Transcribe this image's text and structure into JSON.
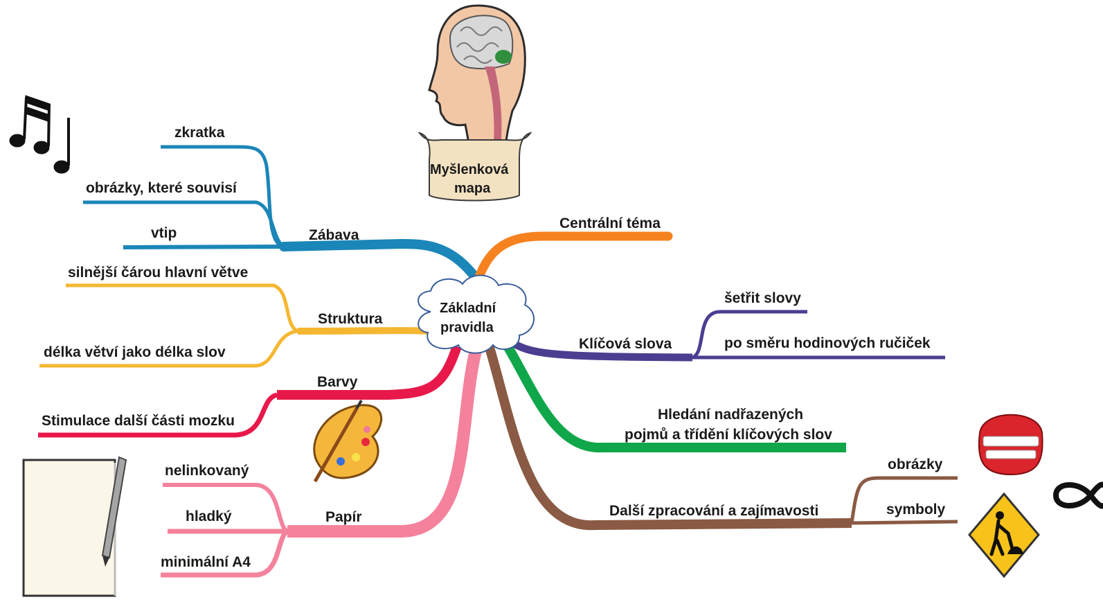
{
  "diagram": {
    "center": {
      "lines": [
        "Základní",
        "pravidla"
      ]
    },
    "banner": {
      "lines": [
        "Myšlenková",
        "mapa"
      ]
    },
    "colors": {
      "zabava": "#1b86b8",
      "centralni": "#f5821f",
      "struktura": "#f5b731",
      "klicova": "#4b3e91",
      "barvy": "#e8194a",
      "hledani": "#10a64a",
      "papir": "#f4829c",
      "dalsi": "#8a5a44"
    },
    "branches": {
      "zabava": {
        "label": "Zábava",
        "children": [
          "zkratka",
          "obrázky, které souvisí",
          "vtip"
        ]
      },
      "centralni": {
        "label": "Centrální  téma"
      },
      "struktura": {
        "label": "Struktura",
        "children": [
          "silnější  čárou  hlavní  větve",
          "délka větví  jako délka slov"
        ]
      },
      "klicova": {
        "label": "Klíčová  slova",
        "children": [
          "šetřit slovy",
          "po směru hodinových ručiček"
        ]
      },
      "barvy": {
        "label": "Barvy",
        "children": [
          "Stimulace  další části mozku"
        ]
      },
      "hledani": {
        "lines": [
          "Hledání  nadřazených",
          "pojmů a třídění  klíčových slov"
        ]
      },
      "papir": {
        "label": "Papír",
        "children": [
          "nelinkovaný",
          "hladký",
          "minimální A4"
        ]
      },
      "dalsi": {
        "label": "Další zpracování  a zajímavosti",
        "children": [
          "obrázky",
          "symboly"
        ]
      }
    },
    "icons": [
      "brain-head-icon",
      "music-notes-icon",
      "paint-palette-icon",
      "paper-pen-icon",
      "teeth-icon",
      "warning-sign-icon",
      "infinity-icon"
    ]
  }
}
